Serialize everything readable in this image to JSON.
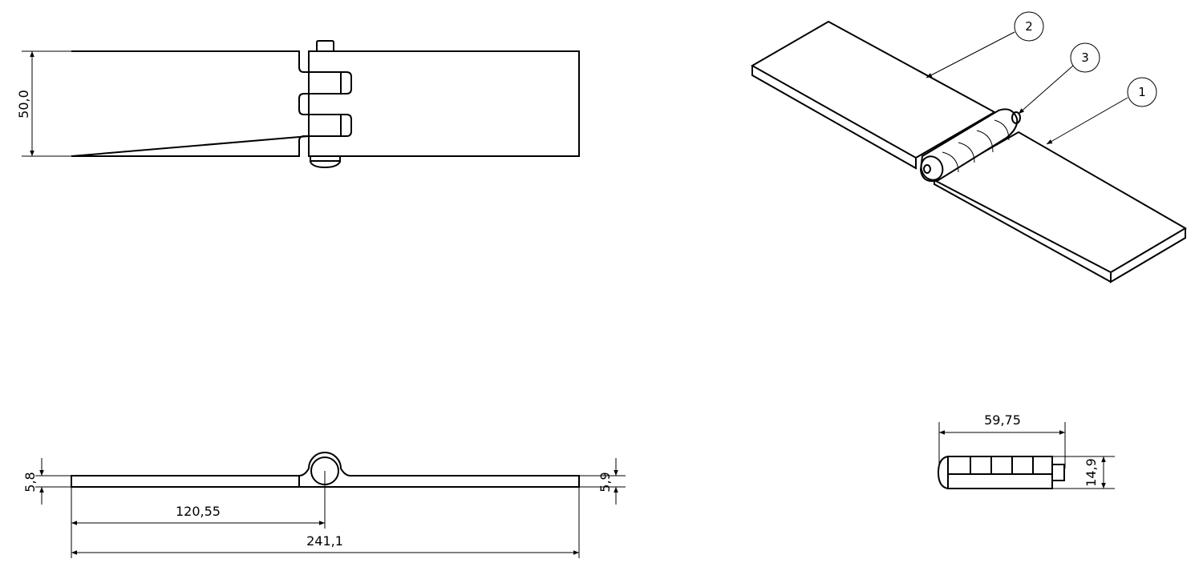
{
  "views": {
    "top": {
      "dimensions": {
        "width": "50,0"
      }
    },
    "side": {
      "dimensions": {
        "left_thickness": "5,8",
        "right_thickness": "5,9",
        "half_length": "120,55",
        "total_length": "241,1"
      }
    },
    "end": {
      "dimensions": {
        "length": "59,75",
        "height": "14,9"
      }
    },
    "isometric": {
      "balloons": [
        "1",
        "2",
        "3"
      ]
    }
  },
  "colors": {
    "line": "#000000",
    "background": "#ffffff"
  }
}
